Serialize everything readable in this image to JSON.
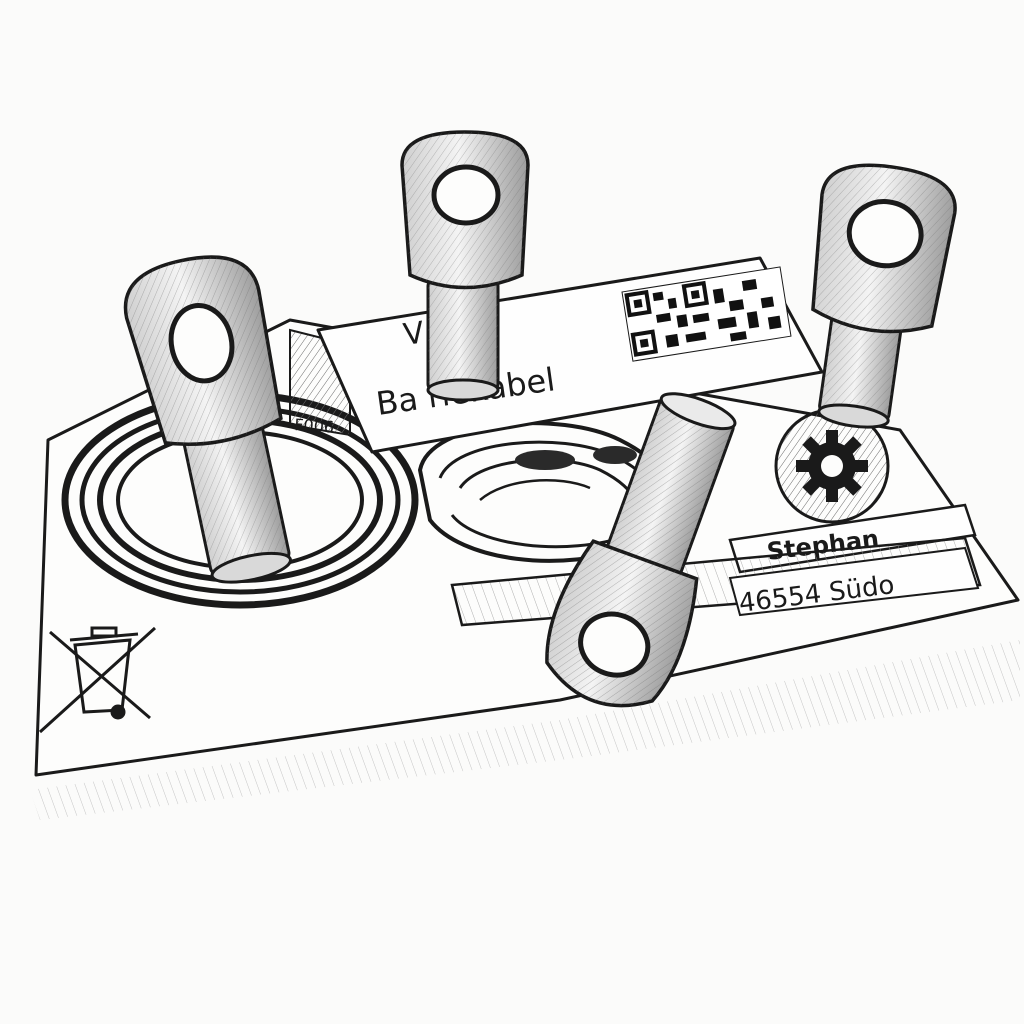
{
  "label": {
    "line1": "V     A",
    "line2": "Ba    riekabel",
    "code": "F006"
  },
  "address": {
    "name": "Stephan",
    "city": "46554 Südo"
  },
  "icons": {
    "weee": "crossed-out-bin-icon",
    "qr": "qr-code-icon",
    "gear": "gear-icon"
  },
  "colors": {
    "ink": "#1a1a1a",
    "paper": "#fbfbfa",
    "metal": "#ececec"
  }
}
